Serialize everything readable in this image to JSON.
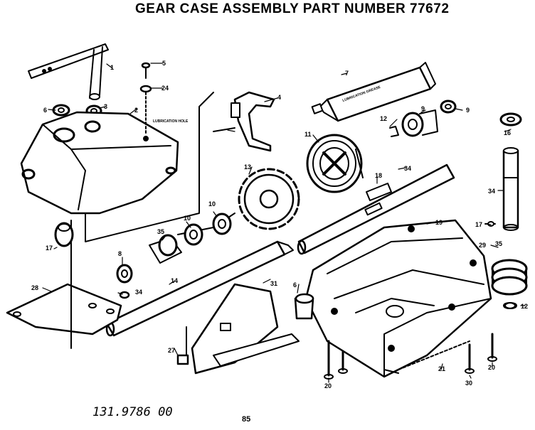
{
  "title": "GEAR CASE ASSEMBLY PART NUMBER 77672",
  "footer": {
    "code": "131.9786 00",
    "page": "85"
  },
  "embedded_text": {
    "lubrication_tube": "LUBRICATION GREASE",
    "gear_case_tag": "LUBRICATION HOLE"
  },
  "callouts": {
    "c1": "1",
    "c2": "2",
    "c3": "3",
    "c4": "4",
    "c5": "5",
    "c6": "6",
    "c7": "7",
    "c8": "8",
    "c9": "9",
    "c10": "10",
    "c11": "11",
    "c12": "12",
    "c13": "13",
    "c14": "14",
    "c16": "16",
    "c17": "17",
    "c18": "18",
    "c19": "19",
    "c20": "20",
    "c21": "21",
    "c24": "24",
    "c27": "27",
    "c28": "28",
    "c29": "29",
    "c30": "30",
    "c31": "31",
    "c34": "34",
    "c35": "35"
  }
}
